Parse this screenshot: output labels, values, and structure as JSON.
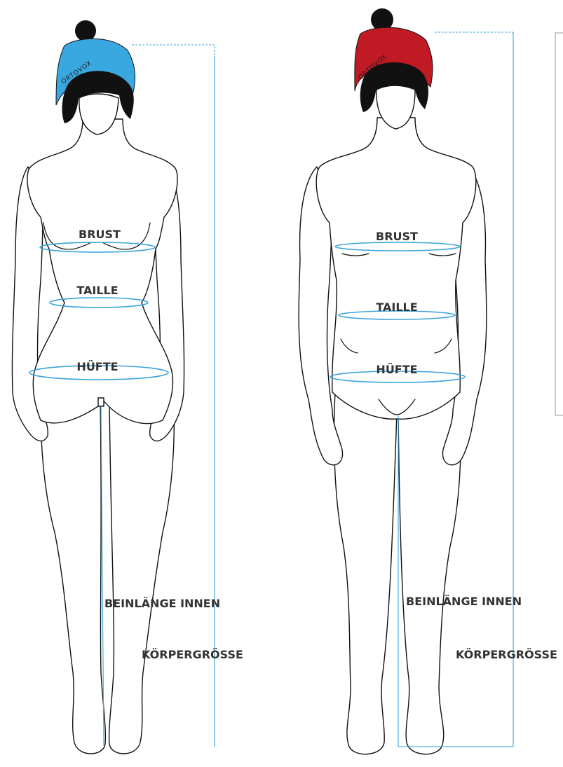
{
  "brand": "ORTOVOX",
  "colors": {
    "measure": "#3ba4dc",
    "female_hat": "#3aa8e0",
    "male_hat": "#c01a25",
    "outline": "#111111",
    "label": "#333333"
  },
  "female": {
    "brust": "BRUST",
    "taille": "TAILLE",
    "huefte": "HÜFTE",
    "beinlaenge": "BEINLÄNGE INNEN",
    "koerpergroesse": "KÖRPERGRÖSSE"
  },
  "male": {
    "brust": "BRUST",
    "taille": "TAILLE",
    "huefte": "HÜFTE",
    "beinlaenge": "BEINLÄNGE INNEN",
    "koerpergroesse": "KÖRPERGRÖSSE"
  }
}
